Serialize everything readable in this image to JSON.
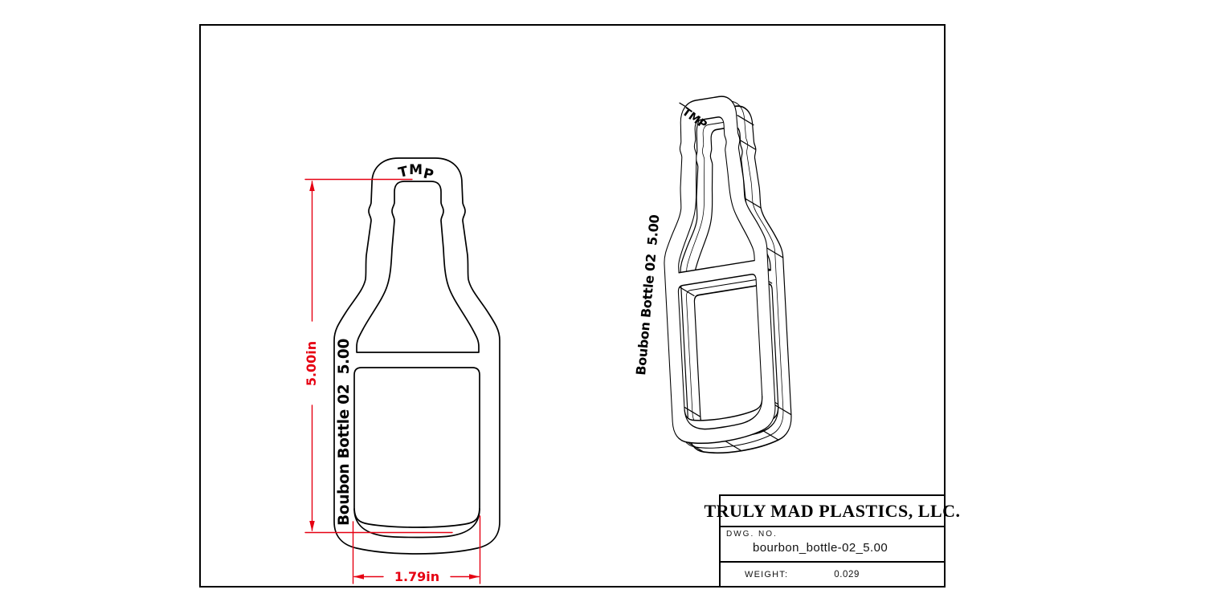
{
  "page": {
    "background": "#ffffff"
  },
  "drawing_frame": {
    "border_color": "#000000",
    "line_color": "#000000"
  },
  "views": {
    "front": {
      "stamp_top": "TMP",
      "stamp_side": "Boubon Bottle 02  5.00",
      "dims": {
        "color": "#e60012",
        "height_label": "5.00in",
        "width_label": "1.79in"
      }
    },
    "isometric": {
      "stamp_top": "TMP",
      "stamp_side": "Boubon Bottle 02  5.00"
    }
  },
  "title_block": {
    "company": "TRULY MAD PLASTICS, LLC.",
    "dwg_no_label": "DWG.  NO.",
    "dwg_no_value": "bourbon_bottle-02_5.00",
    "weight_label": "WEIGHT:",
    "weight_value": "0.029"
  }
}
